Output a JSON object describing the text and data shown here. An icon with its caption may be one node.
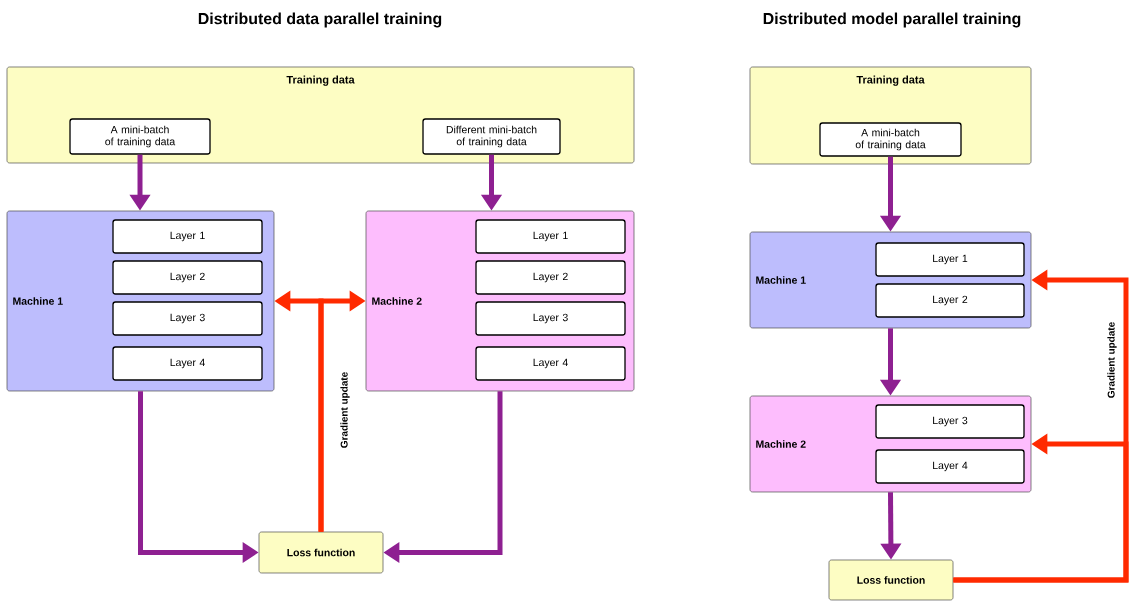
{
  "diagram": {
    "nodes": [
      {
        "text": [
          "Training data"
        ]
      },
      {
        "text": [
          "A mini-batch of training data"
        ],
        "in": 0
      },
      {
        "text": [
          "Different mini-batch of training data"
        ],
        "in": 0
      },
      {
        "text": [
          "Machine 1"
        ]
      },
      {
        "text": [
          "Layer 1"
        ],
        "in": 3
      },
      {
        "text": [
          "Layer 2"
        ],
        "in": 3
      },
      {
        "text": [
          "Layer 3"
        ],
        "in": 3
      },
      {
        "text": [
          "Layer 4"
        ],
        "in": 3
      },
      {
        "text": [
          "Machine 2"
        ]
      },
      {
        "text": [
          "Layer 1"
        ],
        "in": 8
      },
      {
        "text": [
          "Layer 2"
        ],
        "in": 8
      },
      {
        "text": [
          "Layer 3"
        ],
        "in": 8
      },
      {
        "text": [
          "Layer 4"
        ],
        "in": 8
      },
      {
        "text": [
          "Loss function"
        ]
      },
      {
        "text": [
          "Training data"
        ]
      },
      {
        "text": [
          "A mini-batch of training data"
        ],
        "in": 14
      },
      {
        "text": [
          "Machine 1"
        ]
      },
      {
        "text": [
          "Layer 1"
        ],
        "in": 16
      },
      {
        "text": [
          "Layer 2"
        ],
        "in": 16
      },
      {
        "text": [
          "Machine 2"
        ]
      },
      {
        "text": [
          "Layer 3"
        ],
        "in": 19
      },
      {
        "text": [
          "Layer 4"
        ],
        "in": 19
      },
      {
        "text": [
          "Loss function"
        ]
      }
    ],
    "edges": [
      {
        "from": 1,
        "to": 3,
        "arrow": "to"
      },
      {
        "from": 2,
        "to": 8,
        "arrow": "to"
      },
      {
        "from": 3,
        "to": 13,
        "arrow": "to"
      },
      {
        "from": 8,
        "to": 13,
        "arrow": "to"
      },
      {
        "from": 13,
        "to": 3,
        "arrow": "to",
        "color": "#ff2a00",
        "label": "Gradient update"
      },
      {
        "from": 13,
        "to": 8,
        "arrow": "to",
        "color": "#ff2a00"
      },
      {
        "from": 15,
        "to": 16,
        "arrow": "to"
      },
      {
        "from": 16,
        "to": 19,
        "arrow": "to"
      },
      {
        "from": 19,
        "to": 22,
        "arrow": "to"
      },
      {
        "from": 22,
        "to": 16,
        "arrow": "to",
        "color": "#ff2a00",
        "label": "Gradient update"
      },
      {
        "from": 22,
        "to": 19,
        "arrow": "to",
        "color": "#ff2a00"
      }
    ],
    "labels": [
      "Distributed data parallel training",
      "Distributed model parallel training"
    ]
  }
}
